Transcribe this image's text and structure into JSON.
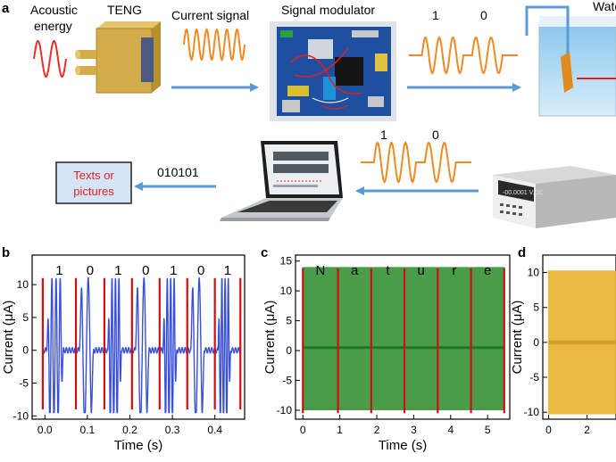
{
  "panel_a": {
    "letter": "a",
    "acoustic_label_1": "Acoustic",
    "acoustic_label_2": "energy",
    "teng_label": "TENG",
    "current_label": "Current signal",
    "modulator_label": "Signal modulator",
    "water_label": "Wate",
    "bit_one": "1",
    "bit_zero": "0",
    "bit_one_b": "1",
    "bit_zero_b": "0",
    "binary_code": "010101",
    "output_box_1": "Texts or",
    "output_box_2": "pictures",
    "meter_display": "-00.0001 V.DC"
  },
  "colors": {
    "arrow": "#5b9bd5",
    "orange_wave": "#f08a24",
    "red_wave": "#e8302a",
    "blue_trace": "#3a4fd8",
    "green_trace": "#2a8a2a",
    "yellow_trace": "#e8b030",
    "divider": "#d01010",
    "box_fill": "#d6e4f7"
  },
  "chart_data": [
    {
      "panel": "b",
      "type": "line",
      "xlabel": "Time (s)",
      "ylabel": "Current (μA)",
      "xlim": [
        -0.03,
        0.47
      ],
      "ylim": [
        -10.5,
        14.5
      ],
      "xticks": [
        "0.0",
        "0.1",
        "0.2",
        "0.3",
        "0.4"
      ],
      "xtick_values": [
        0.0,
        0.1,
        0.2,
        0.3,
        0.4
      ],
      "yticks": [
        "-10",
        "-5",
        "0",
        "5",
        "10"
      ],
      "ytick_values": [
        -10,
        -5,
        0,
        5,
        10
      ],
      "bit_labels": [
        "1",
        "0",
        "1",
        "0",
        "1",
        "0",
        "1"
      ],
      "divider_x": [
        -0.005,
        0.073,
        0.14,
        0.205,
        0.27,
        0.335,
        0.4,
        0.46
      ],
      "series": [
        {
          "amplitude": 11,
          "color": "#3a4fd8"
        }
      ]
    },
    {
      "panel": "c",
      "type": "line",
      "xlabel": "Time (s)",
      "ylabel": "Current (μA)",
      "xlim": [
        -0.2,
        5.6
      ],
      "ylim": [
        -11.5,
        16
      ],
      "xticks": [
        "0",
        "1",
        "2",
        "3",
        "4",
        "5"
      ],
      "xtick_values": [
        0,
        1,
        2,
        3,
        4,
        5
      ],
      "yticks": [
        "-10",
        "-5",
        "0",
        "5",
        "10",
        "15"
      ],
      "ytick_values": [
        -10,
        -5,
        0,
        5,
        10,
        15
      ],
      "bit_labels": [
        "N",
        "a",
        "t",
        "u",
        "r",
        "e"
      ],
      "divider_x": [
        0.0,
        0.95,
        1.85,
        2.75,
        3.65,
        4.55,
        5.45
      ],
      "series": [
        {
          "amplitude_max": 14,
          "amplitude_min": -10,
          "color": "#2a8a2a"
        }
      ]
    },
    {
      "panel": "d",
      "type": "line",
      "xlabel": "",
      "ylabel": "Current (μA)",
      "xlim": [
        -0.3,
        3.5
      ],
      "ylim": [
        -11,
        12.5
      ],
      "xticks": [
        "0",
        "2"
      ],
      "xtick_values": [
        0,
        2
      ],
      "yticks": [
        "-10",
        "-5",
        "0",
        "5",
        "10"
      ],
      "ytick_values": [
        -10,
        -5,
        0,
        5,
        10
      ],
      "series": [
        {
          "amplitude": 10.3,
          "color": "#e8b030"
        }
      ]
    }
  ]
}
